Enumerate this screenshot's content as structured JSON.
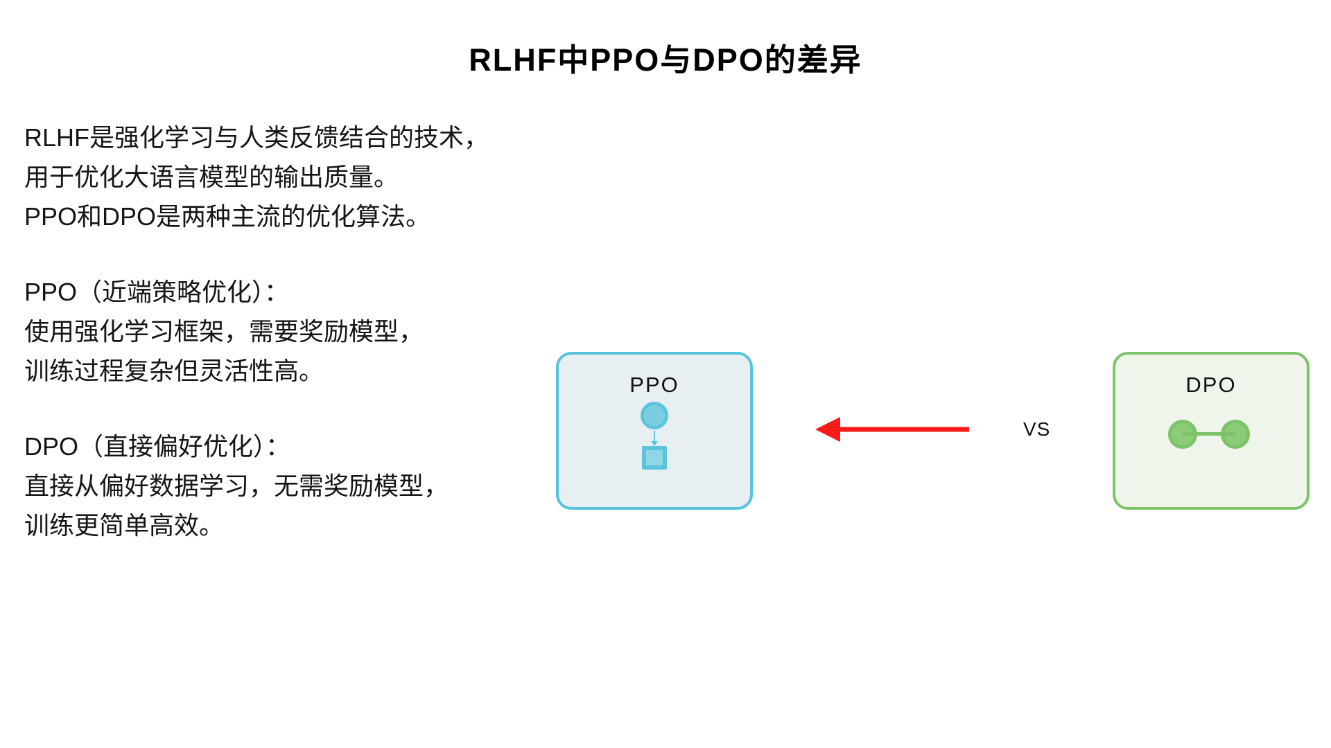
{
  "title": "RLHF中PPO与DPO的差异",
  "description": {
    "intro_lines": [
      "RLHF是强化学习与人类反馈结合的技术，",
      "用于优化大语言模型的输出质量。",
      "PPO和DPO是两种主流的优化算法。"
    ],
    "ppo_lines": [
      "PPO（近端策略优化）：",
      "使用强化学习框架，需要奖励模型，",
      "训练过程复杂但灵活性高。"
    ],
    "dpo_lines": [
      "DPO（直接偏好优化）：",
      "直接从偏好数据学习，无需奖励模型，",
      "训练更简单高效。"
    ]
  },
  "diagram": {
    "ppo_box": {
      "label": "PPO",
      "border_color": "#56c3dc",
      "fill_color": "#e8eff2",
      "node_icons": [
        "circle-node",
        "down-arrow",
        "square-node"
      ]
    },
    "dpo_box": {
      "label": "DPO",
      "border_color": "#7cc368",
      "fill_color": "#f0f5ec",
      "node_icons": [
        "linked-circles-node"
      ]
    },
    "vs_label": "VS",
    "arrow_color": "#fa1b1b",
    "arrow_direction": "left"
  }
}
